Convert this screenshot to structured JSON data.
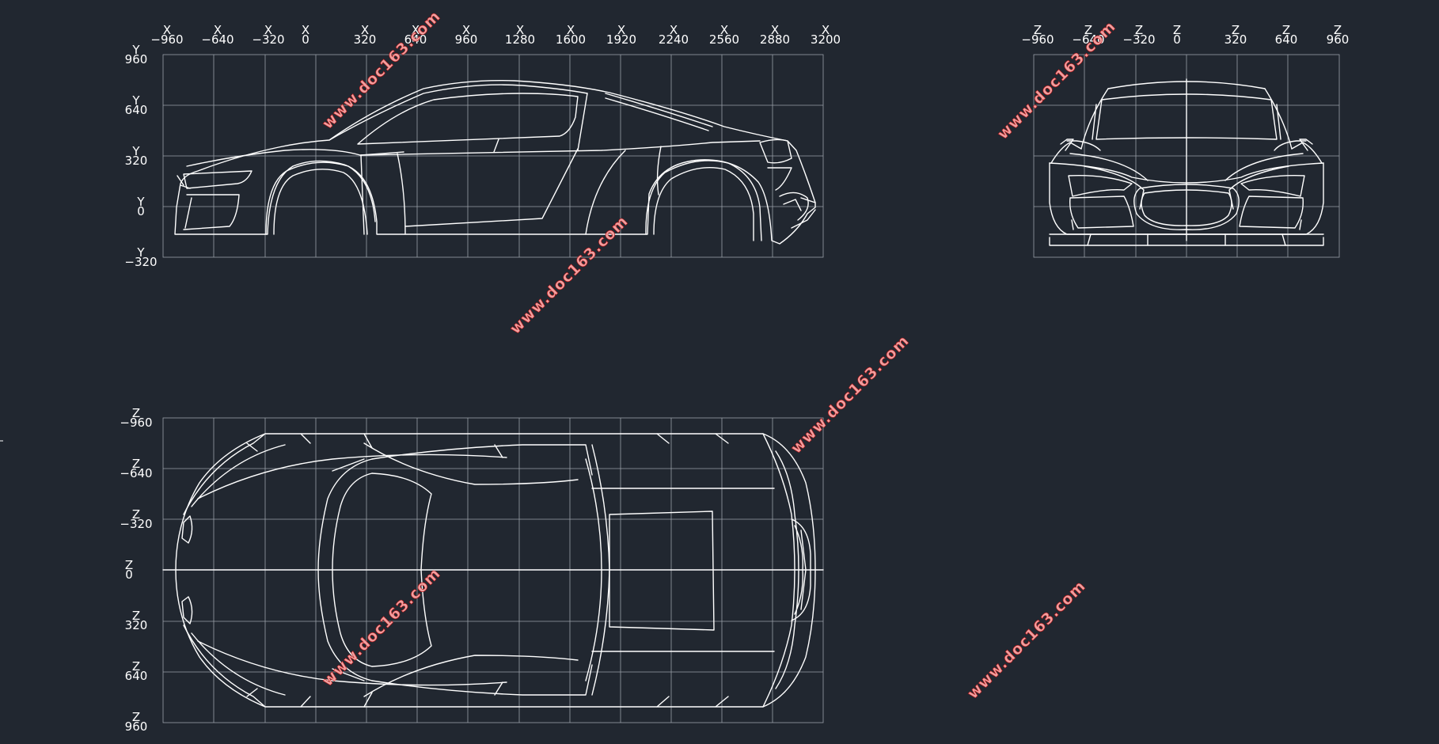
{
  "colors": {
    "background": "#212730",
    "grid": "#9aa0a8",
    "outline": "#ffffff",
    "watermark": "#d04040"
  },
  "side_view": {
    "x_ticks": [
      {
        "name": "X",
        "value": "−960"
      },
      {
        "name": "X",
        "value": "−640"
      },
      {
        "name": "X",
        "value": "−320"
      },
      {
        "name": "X",
        "value": "0"
      },
      {
        "name": "X",
        "value": "320"
      },
      {
        "name": "X",
        "value": "640"
      },
      {
        "name": "X",
        "value": "960"
      },
      {
        "name": "X",
        "value": "1280"
      },
      {
        "name": "X",
        "value": "1600"
      },
      {
        "name": "X",
        "value": "1920"
      },
      {
        "name": "X",
        "value": "2240"
      },
      {
        "name": "X",
        "value": "2560"
      },
      {
        "name": "X",
        "value": "2880"
      },
      {
        "name": "X",
        "value": "3200"
      }
    ],
    "y_ticks": [
      {
        "name": "Y",
        "value": "960"
      },
      {
        "name": "Y",
        "value": "640"
      },
      {
        "name": "Y",
        "value": "320"
      },
      {
        "name": "Y",
        "value": "0"
      },
      {
        "name": "Y",
        "value": "−320"
      }
    ]
  },
  "front_view": {
    "z_ticks": [
      {
        "name": "Z",
        "value": "−960"
      },
      {
        "name": "Z",
        "value": "−640"
      },
      {
        "name": "Z",
        "value": "−320"
      },
      {
        "name": "Z",
        "value": "0"
      },
      {
        "name": "Z",
        "value": "320"
      },
      {
        "name": "Z",
        "value": "640"
      },
      {
        "name": "Z",
        "value": "960"
      }
    ]
  },
  "top_view": {
    "z_ticks": [
      {
        "name": "Z",
        "value": "−960"
      },
      {
        "name": "Z",
        "value": "−640"
      },
      {
        "name": "Z",
        "value": "−320"
      },
      {
        "name": "Z",
        "value": "0"
      },
      {
        "name": "Z",
        "value": "320"
      },
      {
        "name": "Z",
        "value": "640"
      },
      {
        "name": "Z",
        "value": "960"
      }
    ]
  },
  "watermark": {
    "text": "www.doc163.com"
  }
}
